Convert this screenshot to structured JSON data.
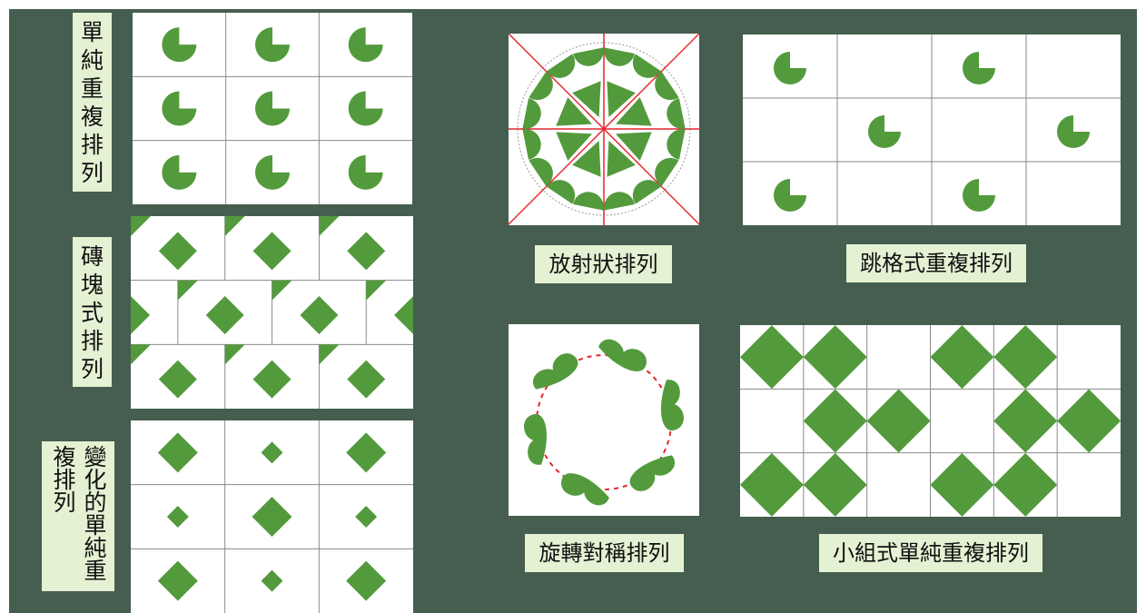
{
  "colors": {
    "background": "#455e4f",
    "shape": "#539a3d",
    "label_bg": "#e4f1d3",
    "grid": "#8a8a8a",
    "guide_red": "#e3262c"
  },
  "labels": {
    "simple_repeat": "單純重複排列",
    "brick": "磚塊式排列",
    "variation_col1": "變化的單純重",
    "variation_col2": "複排列",
    "radial": "放射狀排列",
    "skip": "跳格式重複排列",
    "rotational": "旋轉對稱排列",
    "group": "小組式單純重複排列"
  },
  "icons": {
    "pie": "pacman-quarter-cut-circle",
    "diamond": "diamond-square",
    "triangle": "corner-triangle",
    "heart": "heart-petal"
  },
  "patterns": {
    "variation_sizes": [
      [
        "L",
        "S",
        "L"
      ],
      [
        "S",
        "L",
        "S"
      ],
      [
        "L",
        "S",
        "L"
      ]
    ],
    "skip_grid": [
      [
        1,
        0,
        1,
        0
      ],
      [
        0,
        1,
        0,
        1
      ],
      [
        1,
        0,
        1,
        0
      ]
    ],
    "group_grid": [
      [
        1,
        1,
        0,
        1,
        1,
        0
      ],
      [
        0,
        1,
        1,
        0,
        1,
        1
      ],
      [
        1,
        1,
        0,
        1,
        1,
        0
      ]
    ]
  }
}
